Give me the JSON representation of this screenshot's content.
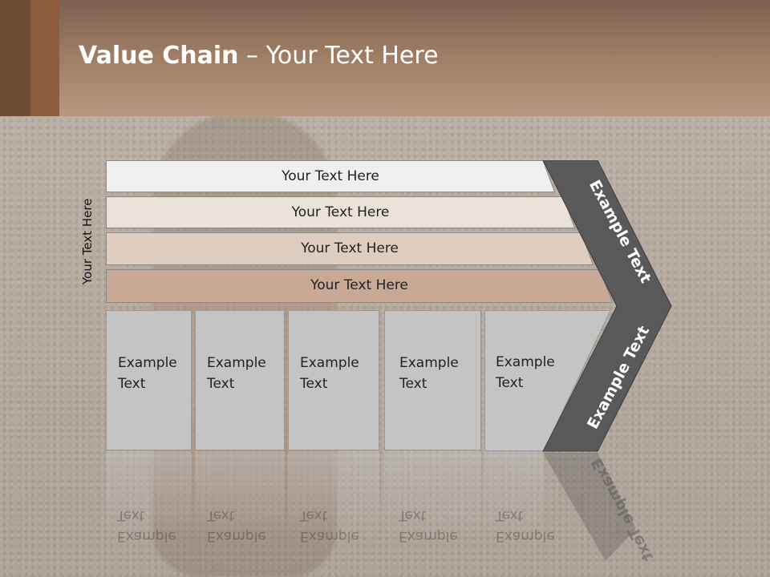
{
  "header": {
    "title_bold": "Value Chain",
    "title_rest": " – Your Text Here"
  },
  "side_label": "Your Text Here",
  "bars": [
    {
      "label": "Your Text Here",
      "color": "#f1efed"
    },
    {
      "label": "Your Text Here",
      "color": "#eae1d9"
    },
    {
      "label": "Your Text Here",
      "color": "#dfcdc0"
    },
    {
      "label": "Your Text Here",
      "color": "#c8a995"
    }
  ],
  "boxes": [
    {
      "line1": "Example",
      "line2": "Text"
    },
    {
      "line1": "Example",
      "line2": "Text"
    },
    {
      "line1": "Example",
      "line2": "Text"
    },
    {
      "line1": "Example",
      "line2": "Text"
    },
    {
      "line1": "Example",
      "line2": "Text"
    }
  ],
  "chevron": {
    "upper_label": "Example Text",
    "lower_label": "Example Text",
    "color": "#595959"
  }
}
